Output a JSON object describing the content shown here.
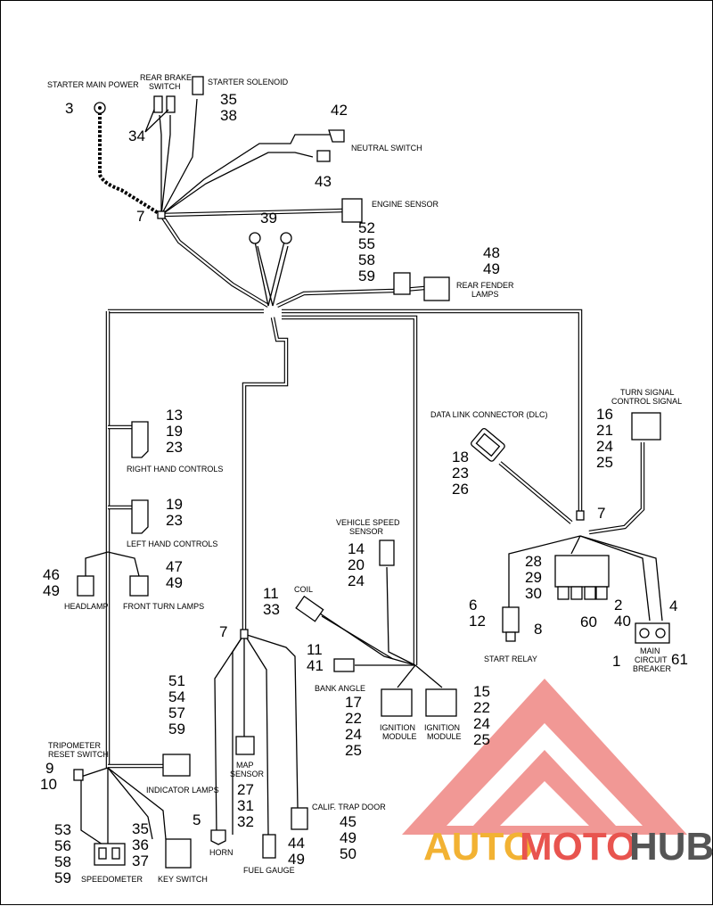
{
  "components": {
    "starter_main_power": {
      "label": "STARTER MAIN POWER",
      "refs": "3"
    },
    "rear_brake_switch": {
      "label1": "REAR BRAKE",
      "label2": "SWITCH",
      "refs": "34"
    },
    "starter_solenoid": {
      "label": "STARTER SOLENOID",
      "refs": [
        "35",
        "38"
      ]
    },
    "neutral_switch": {
      "label": "NEUTRAL SWITCH",
      "refs_top": "42",
      "refs_bottom": "43"
    },
    "engine_sensor": {
      "label": "ENGINE SENSOR",
      "refs": [
        "52",
        "55",
        "58",
        "59"
      ]
    },
    "ground_rings": {
      "refs": "39"
    },
    "rear_fender_lamps": {
      "label1": "REAR FENDER",
      "label2": "LAMPS",
      "refs": [
        "48",
        "49"
      ]
    },
    "right_hand_controls": {
      "label": "RIGHT HAND CONTROLS",
      "refs": [
        "13",
        "19",
        "23"
      ]
    },
    "left_hand_controls": {
      "label": "LEFT HAND CONTROLS",
      "refs": [
        "19",
        "23"
      ]
    },
    "headlamp": {
      "label": "HEADLAMP",
      "refs": [
        "46",
        "49"
      ]
    },
    "front_turn_lamps": {
      "label": "FRONT TURN LAMPS",
      "refs": [
        "47",
        "49"
      ]
    },
    "data_link_connector": {
      "label": "DATA LINK CONNECTOR (DLC)",
      "refs": [
        "18",
        "23",
        "26"
      ]
    },
    "turn_signal_control": {
      "label1": "TURN SIGNAL",
      "label2": "CONTROL SIGNAL",
      "refs": [
        "16",
        "21",
        "24",
        "25"
      ]
    },
    "vehicle_speed_sensor": {
      "label1": "VEHICLE SPEED",
      "label2": "SENSOR",
      "refs": [
        "14",
        "20",
        "24"
      ]
    },
    "coil": {
      "label": "COIL",
      "refs": [
        "11",
        "33"
      ]
    },
    "relay_block": {
      "refs_top": [
        "28",
        "29",
        "30"
      ],
      "refs_bottom": "60"
    },
    "start_relay": {
      "label": "START RELAY",
      "refs_left": [
        "6",
        "12"
      ],
      "refs_right": "8"
    },
    "main_circuit_breaker": {
      "label1": "MAIN",
      "label2": "CIRCUIT",
      "label3": "BREAKER",
      "refs": {
        "a": "2",
        "b": "40",
        "c": "4",
        "d": "1",
        "e": "61"
      }
    },
    "bank_angle": {
      "label": "BANK ANGLE",
      "refs": [
        "11",
        "41"
      ]
    },
    "ignition_module_left": {
      "label1": "IGNITION",
      "label2": "MODULE",
      "refs": [
        "17",
        "22",
        "24",
        "25"
      ]
    },
    "ignition_module_right": {
      "label1": "IGNITION",
      "label2": "MODULE",
      "refs": [
        "15",
        "22",
        "24",
        "25"
      ]
    },
    "indicator_lamps": {
      "label": "INDICATOR LAMPS",
      "refs": [
        "51",
        "54",
        "57",
        "59"
      ]
    },
    "tripometer": {
      "label1": "TRIPOMETER",
      "label2": "RESET SWITCH",
      "refs": [
        "9",
        "10"
      ]
    },
    "map_sensor": {
      "label1": "MAP",
      "label2": "SENSOR",
      "refs": [
        "27",
        "31",
        "32"
      ]
    },
    "horn": {
      "label": "HORN",
      "refs": "5"
    },
    "fuel_gauge": {
      "label": "FUEL GAUGE",
      "refs": [
        "44",
        "49"
      ]
    },
    "calif_trap_door": {
      "label": "CALIF. TRAP DOOR",
      "refs": [
        "45",
        "49",
        "50"
      ]
    },
    "speedometer": {
      "label": "SPEEDOMETER",
      "refs": [
        "53",
        "56",
        "58",
        "59"
      ]
    },
    "key_switch": {
      "label": "KEY SWITCH",
      "refs": [
        "35",
        "36",
        "37"
      ]
    },
    "clamps": {
      "ref": "7"
    }
  },
  "watermark": {
    "part1": "AUTO",
    "part2": "MOTO",
    "part3": "HUB",
    "color_red": "#e8544f",
    "color_gold": "#f2b233",
    "color_gray": "#555555"
  }
}
